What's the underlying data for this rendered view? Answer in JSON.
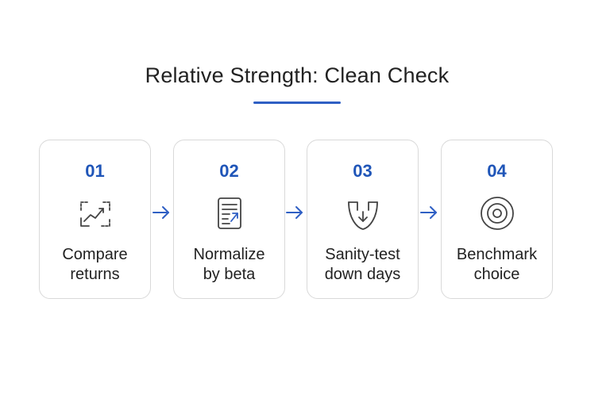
{
  "title": "Relative Strength: Clean Check",
  "accent_color": "#2f5fc4",
  "steps": [
    {
      "number": "01",
      "icon": "trend-chart-icon",
      "label_lines": [
        "Compare",
        "returns"
      ]
    },
    {
      "number": "02",
      "icon": "document-edit-icon",
      "label_lines": [
        "Normalize",
        "by beta"
      ]
    },
    {
      "number": "03",
      "icon": "shield-down-arrow-icon",
      "label_lines": [
        "Sanity-test",
        "down days"
      ]
    },
    {
      "number": "04",
      "icon": "target-icon",
      "label_lines": [
        "Benchmark",
        "choice"
      ]
    }
  ],
  "connector_icon": "arrow-right-icon"
}
